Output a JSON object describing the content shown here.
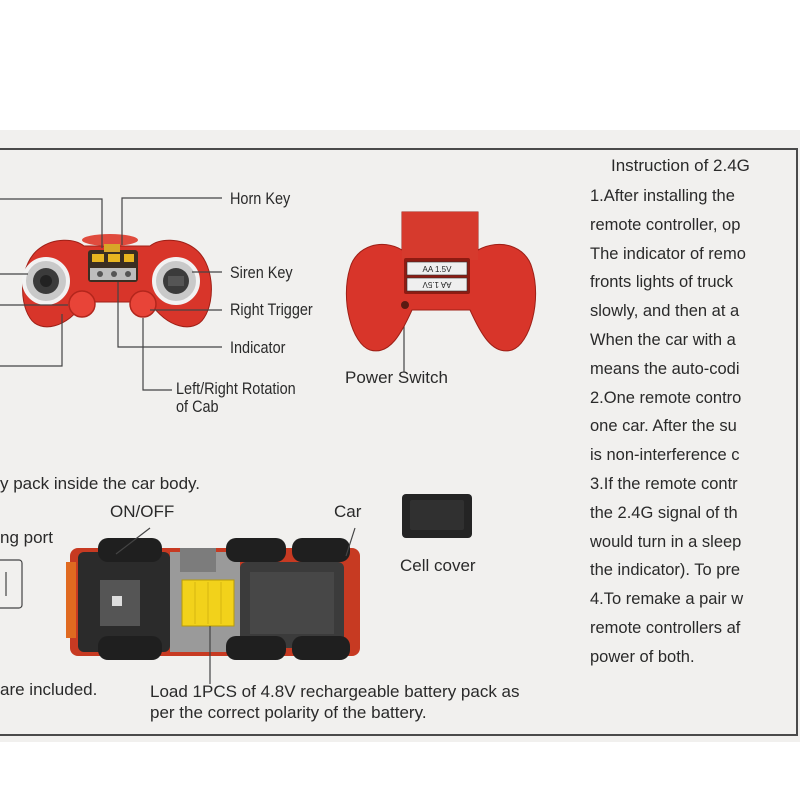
{
  "controller_labels": {
    "horn_key": "Horn Key",
    "siren_key": "Siren Key",
    "right_trigger": "Right Trigger",
    "indicator": "Indicator",
    "rotation_line1": "Left/Right Rotation",
    "rotation_line2": "of Cab",
    "power_switch": "Power Switch"
  },
  "battery_labels": {
    "aa_top": "AA 1.5V",
    "aa_bottom": "AA 1.5V"
  },
  "car_section": {
    "note_top": "y pack inside the car body.",
    "on_off": "ON/OFF",
    "car": "Car",
    "cell_cover": "Cell cover",
    "charging_port": "ng port",
    "included": "are included.",
    "load_line1": "Load 1PCS of 4.8V rechargeable battery pack as",
    "load_line2": "per the correct polarity of the battery."
  },
  "instructions": {
    "title": "Instruction of 2.4G",
    "lines": [
      "1.After installing the",
      "remote controller, op",
      "The indicator of remo",
      "fronts lights of truck",
      "slowly, and then at a",
      "When the car with a",
      "means the auto-codi",
      "2.One remote contro",
      "one car. After the su",
      "is non-interference c",
      "3.If the remote contr",
      "the 2.4G signal of th",
      "would turn in a sleep",
      "the indicator). To pre",
      "4.To remake a pair w",
      "remote controllers af",
      "power of both."
    ]
  },
  "colors": {
    "controller_red": "#d8352a",
    "background": "#f1f0ee",
    "battery_yellow": "#f2d21b"
  }
}
